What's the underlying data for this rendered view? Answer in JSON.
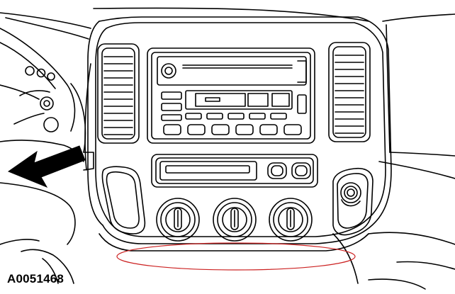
{
  "figure": {
    "reference_code": "A0051468",
    "icons": [
      "center-stack-bezel",
      "radio-cassette-unit",
      "air-vent",
      "climate-control-knob",
      "location-arrow",
      "highlight-ellipse"
    ]
  },
  "colors": {
    "line": "#000000",
    "background": "#ffffff",
    "highlight": "#cc2222"
  }
}
